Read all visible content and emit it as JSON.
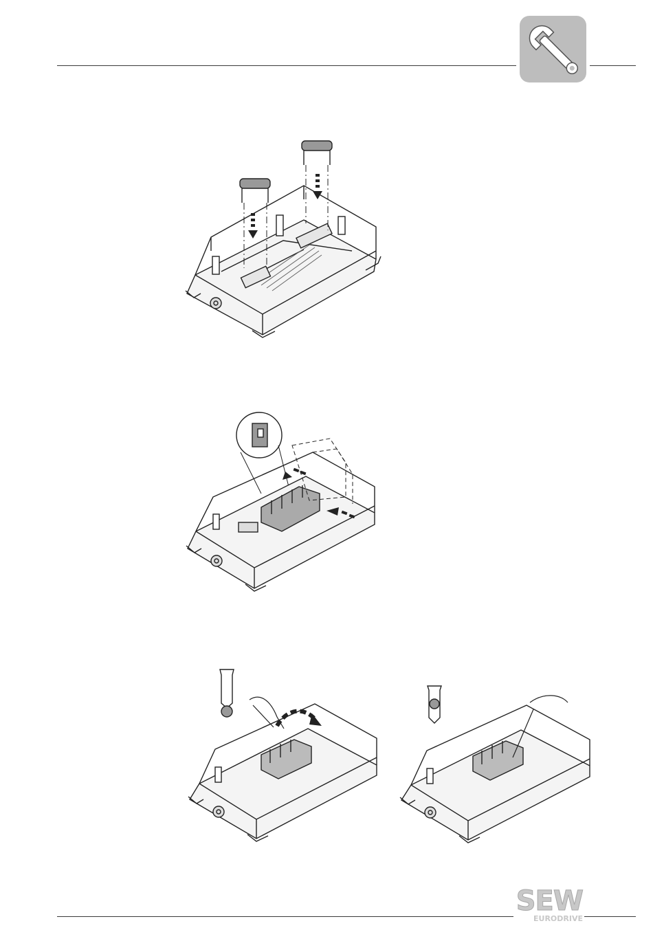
{
  "header": {
    "badge_icon": "wrench-icon",
    "badge_color": "#bdbdbd"
  },
  "figures": [
    {
      "name": "figure-clamp-installation",
      "depicts": "terminal-box-with-cable-clamps"
    },
    {
      "name": "figure-terminal-block-insertion",
      "depicts": "terminal-box-with-terminal-block"
    },
    {
      "name": "figure-screwdriver-release",
      "depicts": "terminal-box-with-screwdriver"
    },
    {
      "name": "figure-screwdriver-lock",
      "depicts": "terminal-box-with-screwdriver"
    }
  ],
  "footer": {
    "logo_text": "SEW",
    "logo_subtext": "EURODRIVE",
    "logo_color": "#c8c8c8"
  }
}
